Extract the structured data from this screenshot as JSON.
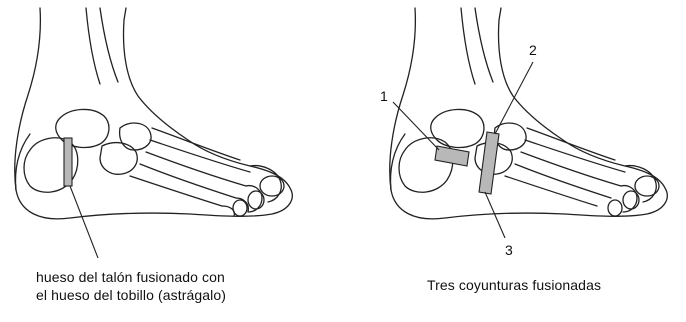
{
  "left_panel": {
    "caption_line1": "hueso del talón fusionado con",
    "caption_line2": "el hueso del tobillo (astrágalo)"
  },
  "right_panel": {
    "caption": "Tres coyunturas fusionadas",
    "label_1": "1",
    "label_2": "2",
    "label_3": "3"
  },
  "colors": {
    "line": "#222222",
    "fusion_fill": "#b8b8b8",
    "fusion_fill_light": "#d4d4d4"
  }
}
